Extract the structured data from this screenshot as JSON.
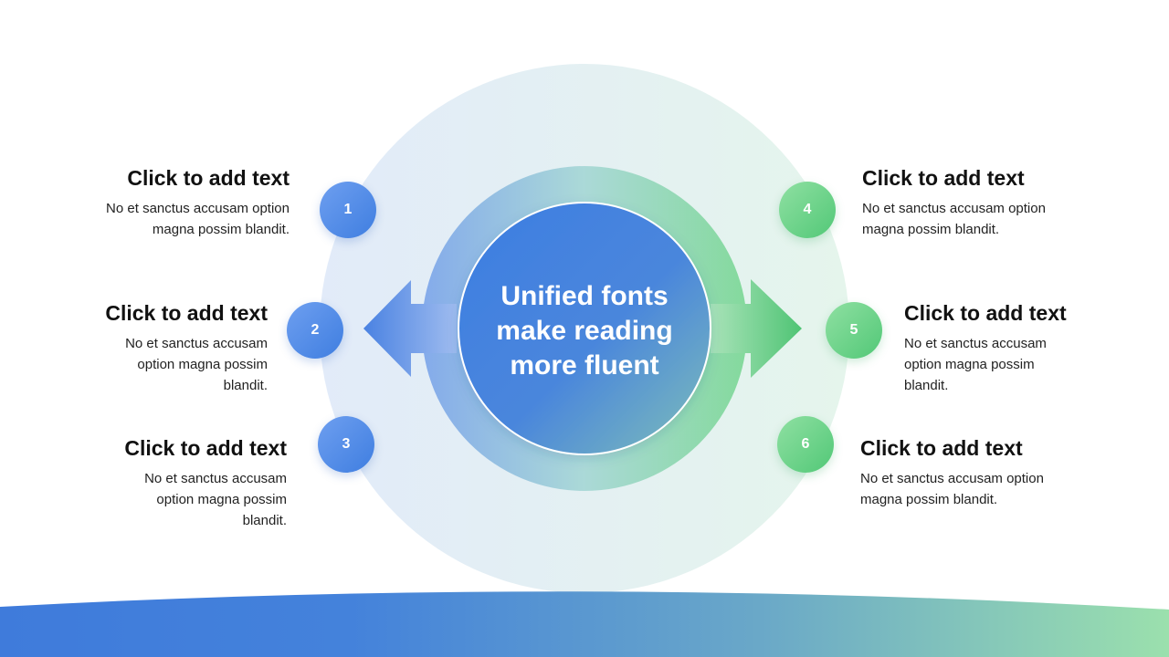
{
  "center": {
    "text": "Unified fonts make reading more fluent"
  },
  "items": [
    {
      "num": "1",
      "title": "Click to add text",
      "desc": "No et sanctus accusam option magna possim blandit."
    },
    {
      "num": "2",
      "title": "Click to add text",
      "desc": "No et sanctus accusam option magna possim blandit."
    },
    {
      "num": "3",
      "title": "Click to add text",
      "desc": "No et sanctus accusam option magna possim blandit."
    },
    {
      "num": "4",
      "title": "Click to add text",
      "desc": "No et sanctus accusam option magna possim blandit."
    },
    {
      "num": "5",
      "title": "Click to add text",
      "desc": "No et sanctus accusam option magna possim blandit."
    },
    {
      "num": "6",
      "title": "Click to add text",
      "desc": "No et sanctus accusam option magna possim blandit."
    }
  ],
  "colors": {
    "blue": "#3f7ee0",
    "green": "#52c877",
    "pale_blue": "#e3ecf8",
    "pale_green": "#e4f4ea"
  }
}
